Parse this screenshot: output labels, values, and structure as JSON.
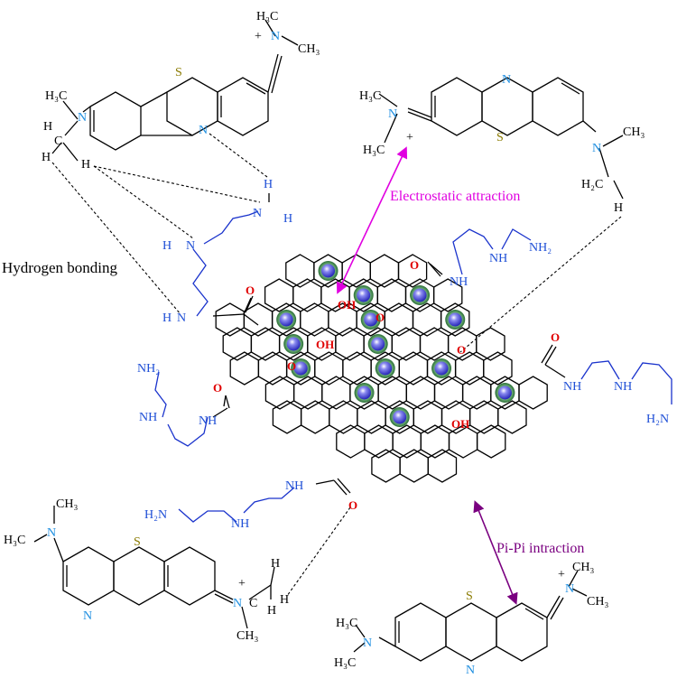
{
  "labels": {
    "hydrogen_bonding": "Hydrogen bonding",
    "electrostatic": "Electrostatic attraction",
    "pi_pi": "Pi-Pi intraction"
  },
  "atoms": {
    "N": "N",
    "S": "S",
    "H": "H",
    "C": "C",
    "O": "O",
    "OH": "OH",
    "NH": "NH",
    "NH2": "NH₂",
    "H2N": "H₂N",
    "H2C": "H₂C",
    "CH3": "CH₃",
    "H3C": "H₃C",
    "plus": "+"
  },
  "colors": {
    "black": "#000000",
    "amine_blue": "#1f4fd6",
    "nitrogen_blue": "#1f8fe0",
    "oxygen_red": "#e00000",
    "sulfur": "#8a7a00",
    "electrostatic_arrow": "#e000e0",
    "pipi_arrow": "#7a0080",
    "sphere_outer": "#2f7a3a",
    "sphere_inner": "#3a3ad0"
  }
}
